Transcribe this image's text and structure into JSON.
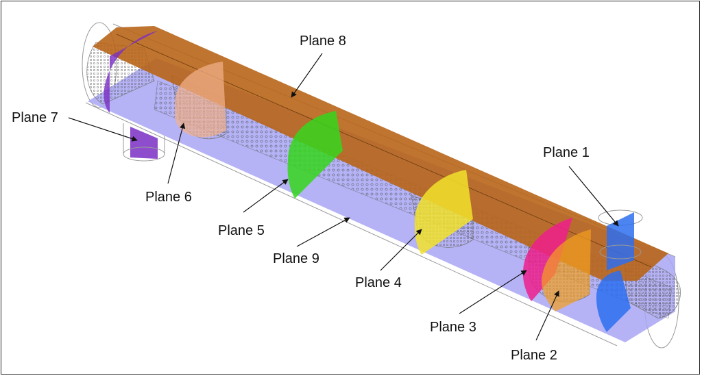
{
  "labels": {
    "plane1": "Plane 1",
    "plane2": "Plane 2",
    "plane3": "Plane 3",
    "plane4": "Plane 4",
    "plane5": "Plane 5",
    "plane6": "Plane 6",
    "plane7": "Plane 7",
    "plane8": "Plane 8",
    "plane9": "Plane 9"
  },
  "colors": {
    "plane1": "#2d6ff0",
    "plane2": "#f4a020",
    "plane3": "#ee1f8c",
    "plane4": "#f2e22a",
    "plane5": "#35d61c",
    "plane6": "#f3b28b",
    "plane7": "#7a2ec4",
    "plane8": "#b8651a",
    "plane9": "#a8a6f3"
  }
}
